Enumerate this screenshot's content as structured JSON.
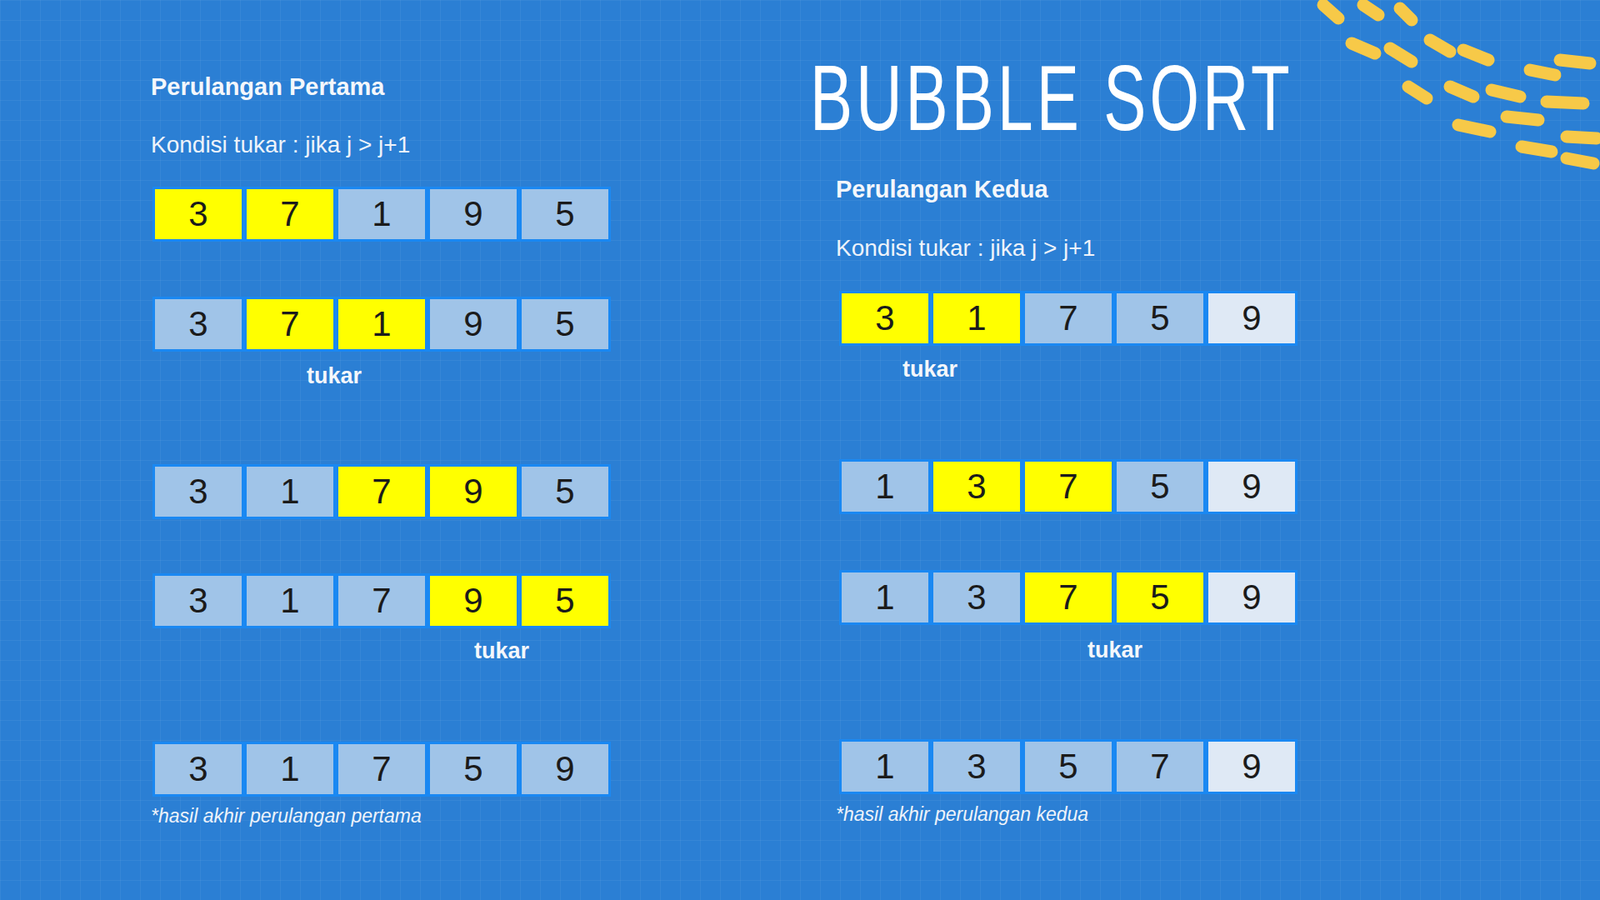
{
  "diagram": {
    "title": "BUBBLE SORT",
    "nodes": [
      {
        "text": [
          "3"
        ]
      },
      {
        "text": [
          "7"
        ]
      },
      {
        "text": [
          "1"
        ]
      },
      {
        "text": [
          "9"
        ]
      },
      {
        "text": [
          "5"
        ]
      },
      {
        "text": [
          "3"
        ]
      },
      {
        "text": [
          "7"
        ]
      },
      {
        "text": [
          "1"
        ]
      },
      {
        "text": [
          "9"
        ]
      },
      {
        "text": [
          "5"
        ]
      },
      {
        "text": [
          "3"
        ]
      },
      {
        "text": [
          "1"
        ]
      },
      {
        "text": [
          "7"
        ]
      },
      {
        "text": [
          "9"
        ]
      },
      {
        "text": [
          "5"
        ]
      },
      {
        "text": [
          "3"
        ]
      },
      {
        "text": [
          "1"
        ]
      },
      {
        "text": [
          "7"
        ]
      },
      {
        "text": [
          "9"
        ]
      },
      {
        "text": [
          "5"
        ]
      },
      {
        "text": [
          "3"
        ]
      },
      {
        "text": [
          "1"
        ]
      },
      {
        "text": [
          "7"
        ]
      },
      {
        "text": [
          "5"
        ]
      },
      {
        "text": [
          "9"
        ]
      },
      {
        "text": [
          "3"
        ]
      },
      {
        "text": [
          "1"
        ]
      },
      {
        "text": [
          "7"
        ]
      },
      {
        "text": [
          "5"
        ]
      },
      {
        "text": [
          "9"
        ]
      },
      {
        "text": [
          "1"
        ]
      },
      {
        "text": [
          "3"
        ]
      },
      {
        "text": [
          "7"
        ]
      },
      {
        "text": [
          "5"
        ]
      },
      {
        "text": [
          "9"
        ]
      },
      {
        "text": [
          "1"
        ]
      },
      {
        "text": [
          "3"
        ]
      },
      {
        "text": [
          "7"
        ]
      },
      {
        "text": [
          "5"
        ]
      },
      {
        "text": [
          "9"
        ]
      },
      {
        "text": [
          "1"
        ]
      },
      {
        "text": [
          "3"
        ]
      },
      {
        "text": [
          "5"
        ]
      },
      {
        "text": [
          "7"
        ]
      },
      {
        "text": [
          "9"
        ]
      }
    ],
    "labels": [
      "Perulangan Pertama",
      "Kondisi tukar : jika j > j+1",
      "tukar",
      "tukar",
      "*hasil akhir perulangan pertama",
      "Perulangan Kedua",
      "Kondisi tukar : jika j > j+1",
      "tukar",
      "tukar",
      "*hasil akhir perulangan kedua"
    ]
  }
}
